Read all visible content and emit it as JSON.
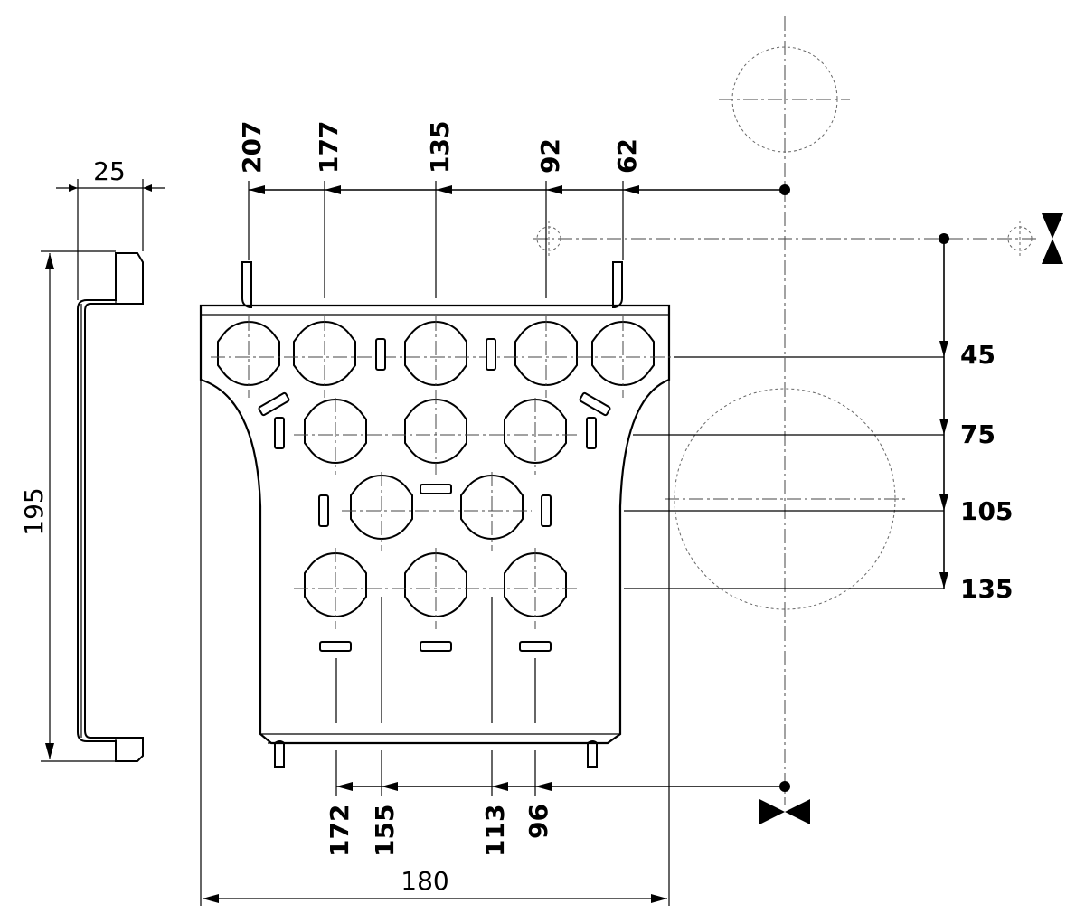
{
  "top_dimensions": [
    "207",
    "177",
    "135",
    "92",
    "62"
  ],
  "right_dimensions": [
    "45",
    "75",
    "105",
    "135"
  ],
  "bottom_dimensions": [
    "172",
    "155",
    "113",
    "96"
  ],
  "width_label": "180",
  "height_label": "195",
  "depth_label": "25"
}
